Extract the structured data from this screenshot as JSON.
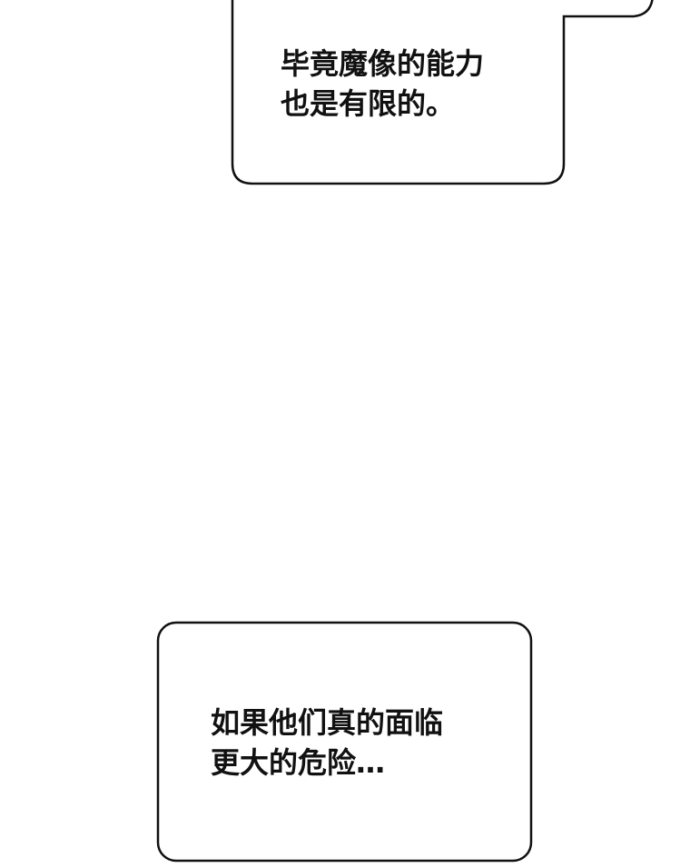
{
  "bubbles": [
    {
      "lines": [
        "毕竟魔像的能力",
        "也是有限的。"
      ]
    },
    {
      "lines": [
        "如果他们真的面临",
        "更大的危险…"
      ]
    }
  ],
  "colors": {
    "stroke": "#111111",
    "background": "#ffffff"
  }
}
